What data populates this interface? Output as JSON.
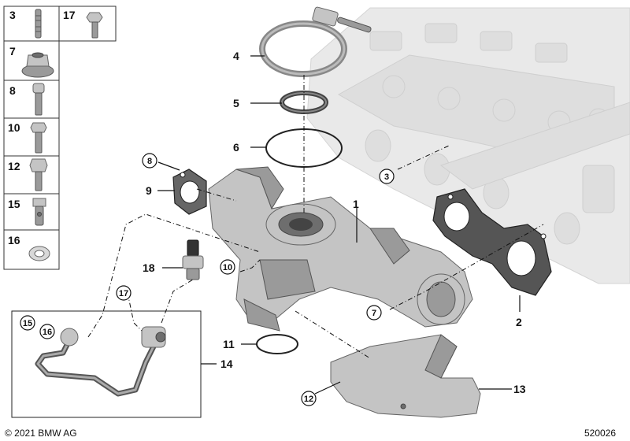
{
  "legend": [
    {
      "label": "3",
      "part": "stud"
    },
    {
      "label": "17",
      "part": "bolt"
    },
    {
      "label": "7",
      "part": "collar-nut"
    },
    {
      "label": "8",
      "part": "socket-bolt"
    },
    {
      "label": "10",
      "part": "hex-bolt"
    },
    {
      "label": "12",
      "part": "hex-bolt-long"
    },
    {
      "label": "15",
      "part": "banjo-bolt"
    },
    {
      "label": "16",
      "part": "sealing-ring"
    }
  ],
  "callouts": [
    {
      "label": "4"
    },
    {
      "label": "5"
    },
    {
      "label": "6"
    },
    {
      "label": "3"
    },
    {
      "label": "8"
    },
    {
      "label": "9"
    },
    {
      "label": "1"
    },
    {
      "label": "18"
    },
    {
      "label": "10"
    },
    {
      "label": "17"
    },
    {
      "label": "15"
    },
    {
      "label": "16"
    },
    {
      "label": "7"
    },
    {
      "label": "2"
    },
    {
      "label": "11"
    },
    {
      "label": "14"
    },
    {
      "label": "12"
    },
    {
      "label": "13"
    }
  ],
  "footer": {
    "copyright": "© 2021 BMW AG",
    "diagram_id": "520026"
  }
}
